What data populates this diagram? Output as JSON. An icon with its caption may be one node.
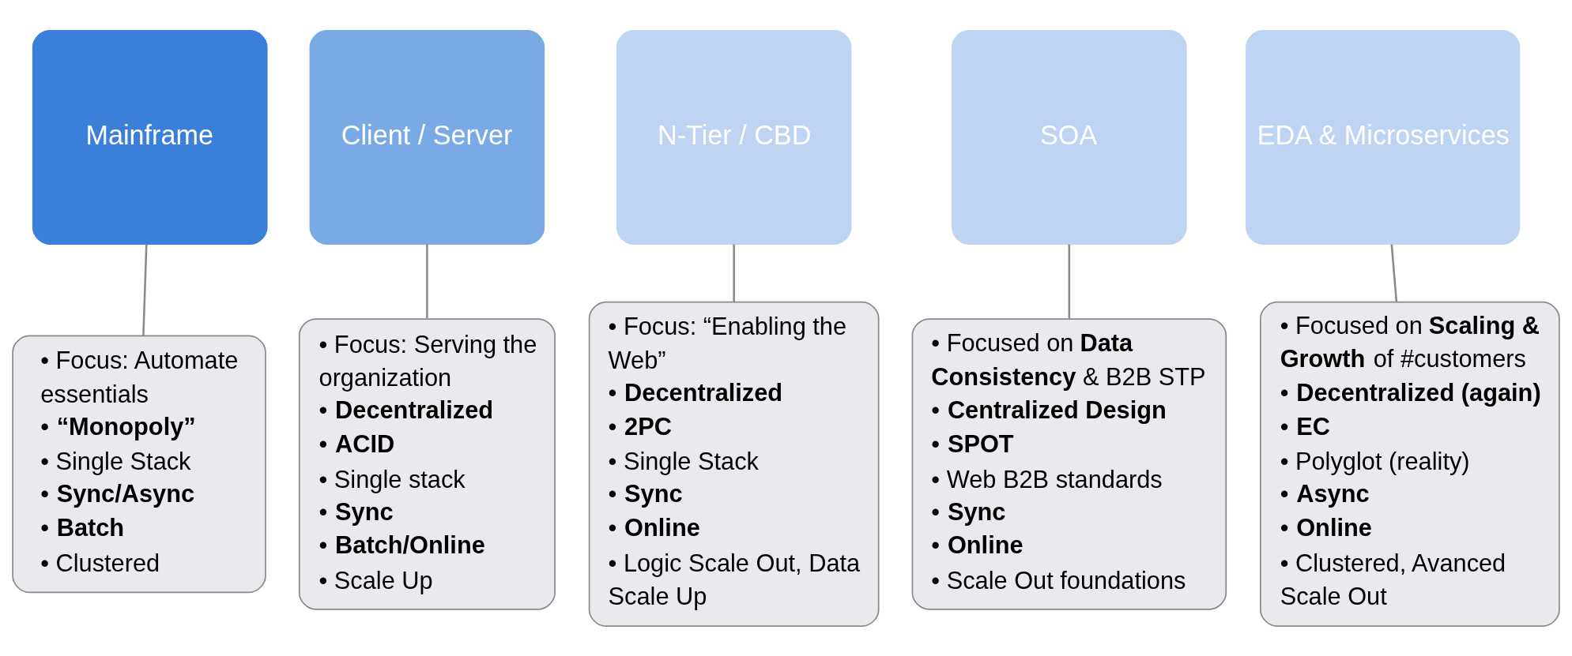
{
  "diagram": {
    "nodes": [
      {
        "text": [
          "Mainframe"
        ]
      },
      {
        "text": [
          "Client / Server"
        ]
      },
      {
        "text": [
          "N-Tier / CBD"
        ]
      },
      {
        "text": [
          "SOA"
        ]
      },
      {
        "text": [
          "EDA & Microservices"
        ]
      },
      {
        "text": [
          "• Focus: Automate essentials",
          "• **“Monopoly”**",
          "• Single Stack",
          "• **Sync/Async**",
          "• **Batch**",
          "• Clustered"
        ]
      },
      {
        "text": [
          "• Focus: Serving the organization",
          "• **Decentralized**",
          "• **ACID**",
          "• Single stack",
          "• **Sync**",
          "• **Batch/Online**",
          "• Scale Up"
        ]
      },
      {
        "text": [
          "• Focus: “Enabling the Web”",
          "• **Decentralized**",
          "• **2PC**",
          "• Single Stack",
          "• **Sync**",
          "• **Online**",
          "• Logic Scale Out, Data Scale Up"
        ]
      },
      {
        "text": [
          "• Focused on **Data Consistency** & B2B STP",
          "• **Centralized Design**",
          "• **SPOT**",
          "• Web B2B standards",
          "• **Sync**",
          "• **Online**",
          "• Scale Out foundations"
        ]
      },
      {
        "text": [
          "• Focused on **Scaling & Growth** of #customers",
          "• **Decentralized (again)**",
          "• **EC**",
          "• Polyglot (reality)",
          "• **Async**",
          "• **Online**",
          "• Clustered, Avanced Scale Out"
        ]
      }
    ],
    "edges": [
      {
        "from": 0,
        "to": 5,
        "arrow": "none"
      },
      {
        "from": 1,
        "to": 6,
        "arrow": "none"
      },
      {
        "from": 2,
        "to": 7,
        "arrow": "none"
      },
      {
        "from": 3,
        "to": 8,
        "arrow": "none"
      },
      {
        "from": 4,
        "to": 9,
        "arrow": "none"
      }
    ]
  }
}
